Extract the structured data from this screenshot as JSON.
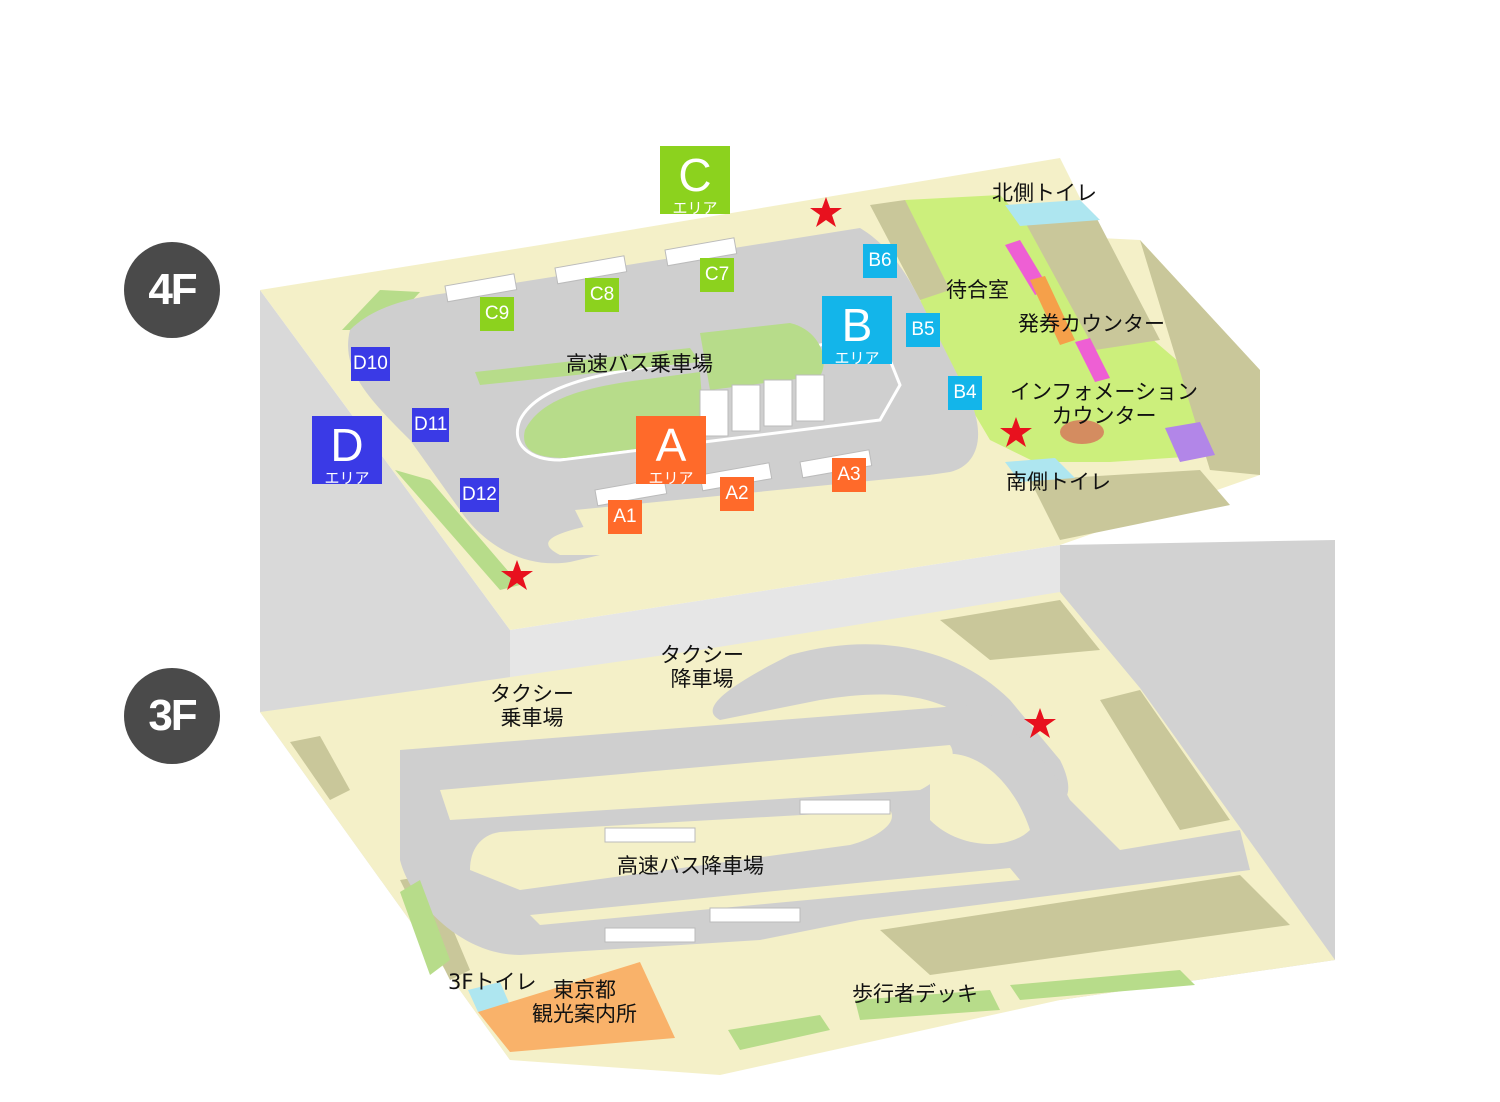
{
  "floors": {
    "f4": "4F",
    "f3": "3F"
  },
  "areas": {
    "a": {
      "letter": "A",
      "sub": "エリア",
      "color": "#ff6a2a"
    },
    "b": {
      "letter": "B",
      "sub": "エリア",
      "color": "#13b5ea"
    },
    "c": {
      "letter": "C",
      "sub": "エリア",
      "color": "#8cd21e"
    },
    "d": {
      "letter": "D",
      "sub": "エリア",
      "color": "#3a3ae6"
    }
  },
  "stops": {
    "a1": "A1",
    "a2": "A2",
    "a3": "A3",
    "b4": "B4",
    "b5": "B5",
    "b6": "B6",
    "c7": "C7",
    "c8": "C8",
    "c9": "C9",
    "d10": "D10",
    "d11": "D11",
    "d12": "D12"
  },
  "labels4f": {
    "bus_boarding": "高速バス乗車場",
    "waiting_room": "待合室",
    "ticket_counter": "発券カウンター",
    "info_line1": "インフォメーション",
    "info_line2": "カウンター",
    "north_toilet": "北側トイレ",
    "south_toilet": "南側トイレ"
  },
  "labels3f": {
    "taxi_drop_line1": "タクシー",
    "taxi_drop_line2": "降車場",
    "taxi_board_line1": "タクシー",
    "taxi_board_line2": "乗車場",
    "bus_alighting": "高速バス降車場",
    "toilet_3f": "3Fトイレ",
    "tourist_line1": "東京都",
    "tourist_line2": "観光案内所",
    "pedestrian_deck": "歩行者デッキ"
  },
  "colors": {
    "floor_base": "#f4f0c8",
    "road": "#cfcfcf",
    "green": "#b7dc8a",
    "building": "#c9c79a",
    "lime": "#ccef7c",
    "toilet": "#aee6f0",
    "star": "#e8111e",
    "box_side": "#d4d4d4",
    "box_front": "#e4e4e4"
  }
}
